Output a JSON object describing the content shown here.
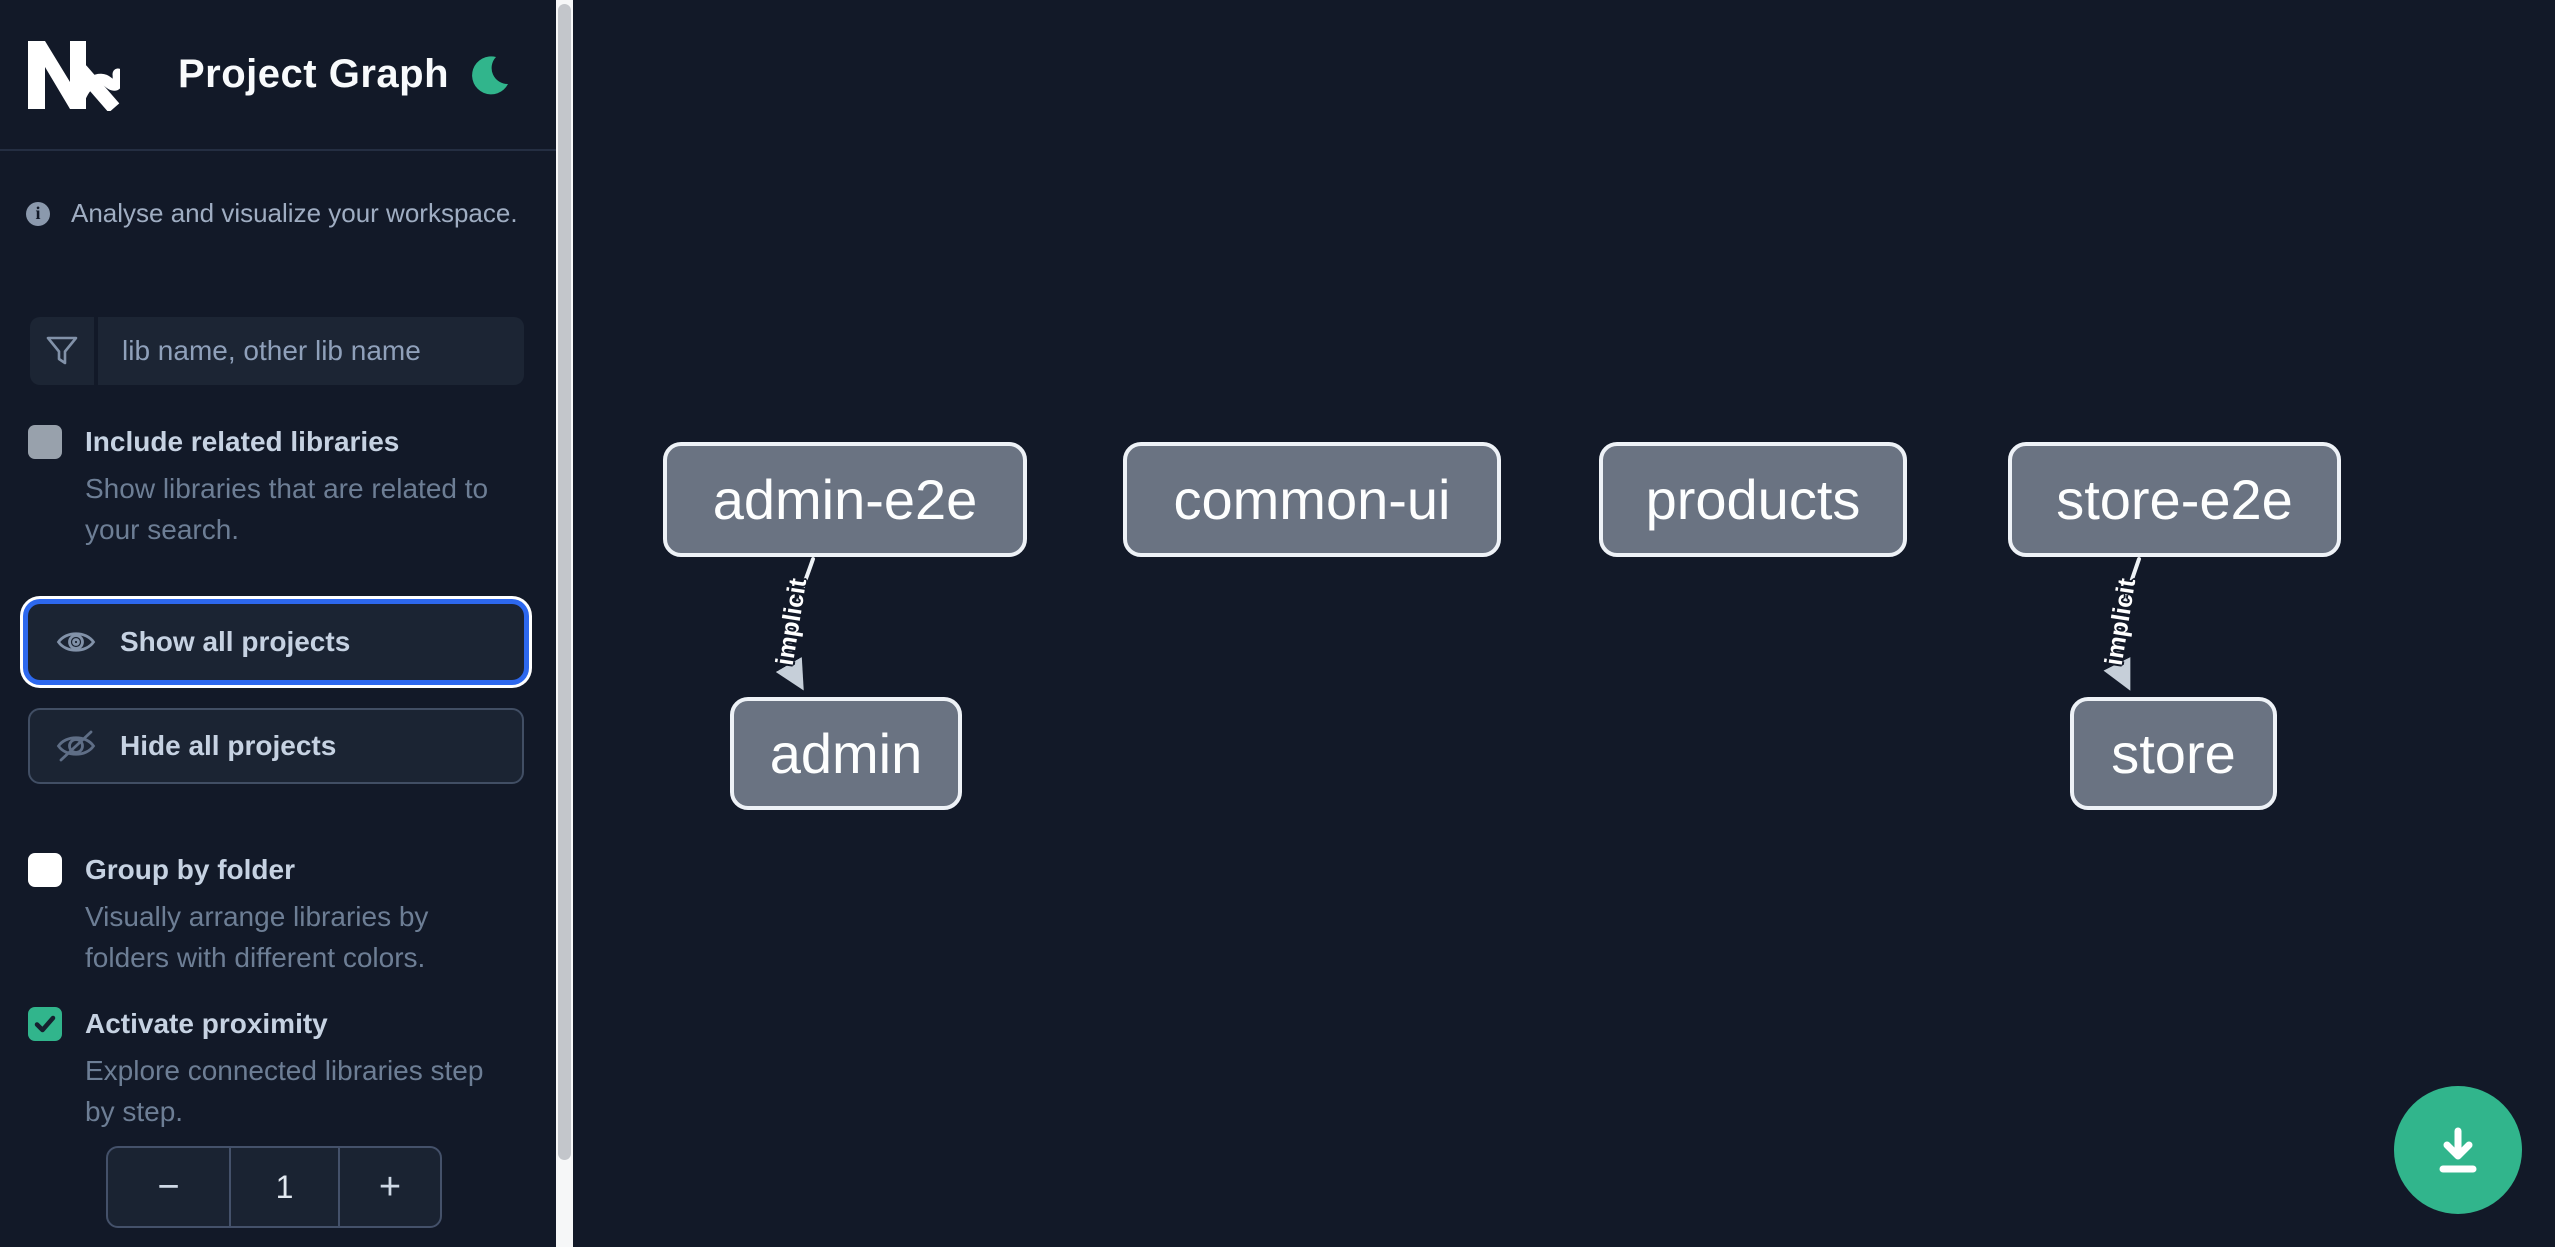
{
  "header": {
    "title": "Project Graph",
    "logo_icon": "nx-logo",
    "theme_toggle_icon": "moon-icon"
  },
  "sidebar": {
    "tagline": "Analyse and visualize your workspace.",
    "tagline_icon": "info-icon",
    "filter": {
      "icon": "funnel-icon",
      "placeholder": "lib name, other lib name",
      "value": ""
    },
    "include_related": {
      "label": "Include related libraries",
      "description": "Show libraries that are related to your search.",
      "checked": "false",
      "disabled": "true"
    },
    "show_all": {
      "label": "Show all projects",
      "icon": "eye-icon",
      "focused": "true"
    },
    "hide_all": {
      "label": "Hide all projects",
      "icon": "eye-off-icon"
    },
    "group_by_folder": {
      "label": "Group by folder",
      "description": "Visually arrange libraries by folders with different colors.",
      "checked": "false"
    },
    "activate_proximity": {
      "label": "Activate proximity",
      "description": "Explore connected libraries step by step.",
      "checked": "true"
    },
    "proximity_stepper": {
      "decrement": "−",
      "value": "1",
      "increment": "+"
    }
  },
  "graph": {
    "nodes": [
      {
        "id": "admin-e2e",
        "label": "admin-e2e"
      },
      {
        "id": "common-ui",
        "label": "common-ui"
      },
      {
        "id": "products",
        "label": "products"
      },
      {
        "id": "store-e2e",
        "label": "store-e2e"
      },
      {
        "id": "admin",
        "label": "admin"
      },
      {
        "id": "store",
        "label": "store"
      }
    ],
    "edges": [
      {
        "from": "admin-e2e",
        "to": "admin",
        "label": "implicit"
      },
      {
        "from": "store-e2e",
        "to": "store",
        "label": "implicit"
      }
    ]
  },
  "fab": {
    "icon": "download-icon"
  },
  "colors": {
    "background": "#121928",
    "accent_green": "#31b58c",
    "focus_blue": "#2d68ee",
    "node_fill": "#6a7382",
    "node_border": "#eef2f7"
  }
}
